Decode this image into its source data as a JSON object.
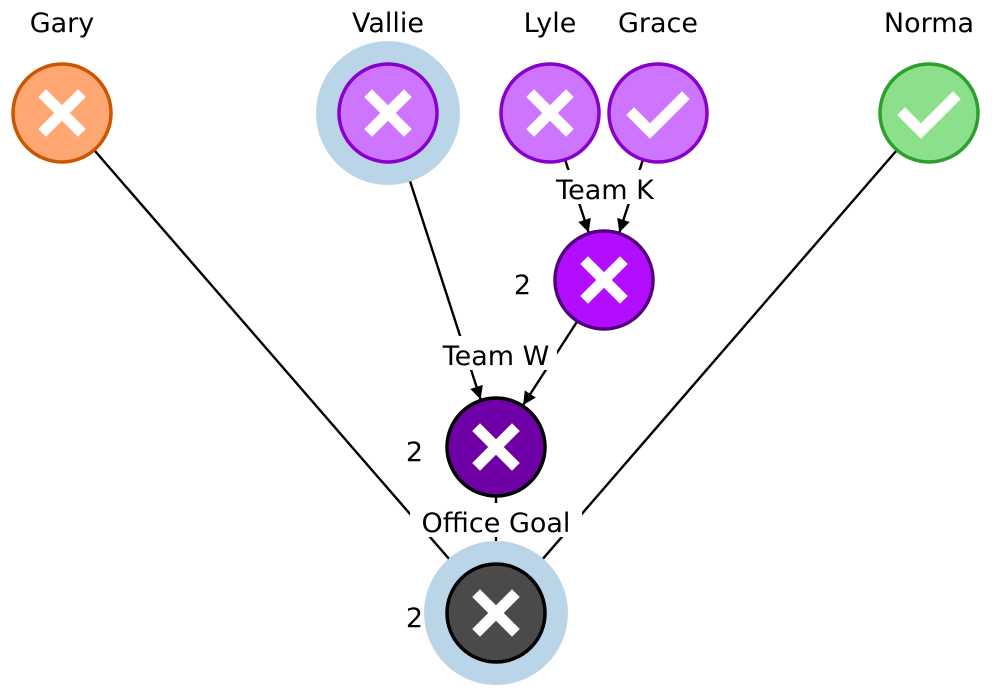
{
  "people": [
    {
      "name": "Gary",
      "status": "cross",
      "fill": "#ffa772",
      "stroke": "#cc5500",
      "highlighted": false
    },
    {
      "name": "Vallie",
      "status": "cross",
      "fill": "#cd75ff",
      "stroke": "#8800cc",
      "highlighted": true
    },
    {
      "name": "Lyle",
      "status": "cross",
      "fill": "#cd75ff",
      "stroke": "#8800cc",
      "highlighted": false
    },
    {
      "name": "Grace",
      "status": "check",
      "fill": "#cd75ff",
      "stroke": "#8800cc",
      "highlighted": false
    },
    {
      "name": "Norma",
      "status": "check",
      "fill": "#8ce08c",
      "stroke": "#2ca02c",
      "highlighted": false
    }
  ],
  "groups": [
    {
      "id": "team-k",
      "label": "Team K",
      "count": "2",
      "status": "cross",
      "fill": "#b20dff",
      "stroke": "#55007f",
      "highlighted": false
    },
    {
      "id": "team-w",
      "label": "Team W",
      "count": "2",
      "status": "cross",
      "fill": "#6e00a6",
      "stroke": "#000000",
      "highlighted": false
    },
    {
      "id": "office-goal",
      "label": "Office Goal",
      "count": "2",
      "status": "cross",
      "fill": "#4a4a4a",
      "stroke": "#000000",
      "highlighted": true
    }
  ],
  "edges": [
    {
      "from": "Lyle",
      "to": "team-k"
    },
    {
      "from": "Grace",
      "to": "team-k"
    },
    {
      "from": "Vallie",
      "to": "team-w"
    },
    {
      "from": "team-k",
      "to": "team-w"
    },
    {
      "from": "Gary",
      "to": "office-goal"
    },
    {
      "from": "team-w",
      "to": "office-goal"
    },
    {
      "from": "Norma",
      "to": "office-goal"
    }
  ],
  "colors": {
    "halo": "#bad5e8",
    "edge": "#000000",
    "arrow_final": "#0d2a3c",
    "glyph": "#ffffff"
  }
}
